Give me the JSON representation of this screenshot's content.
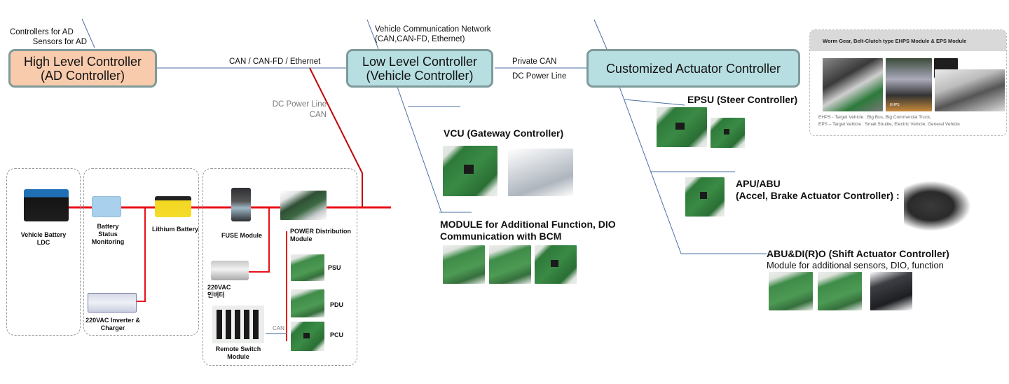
{
  "diagram": {
    "type": "system-architecture",
    "top_labels": {
      "ad_inputs_line1": "Controllers for AD",
      "ad_inputs_line2": "Sensors for AD",
      "vcn_line1": "Vehicle Communication Network",
      "vcn_line2": "(CAN,CAN-FD, Ethernet)",
      "hl_ll_link": "CAN / CAN-FD  / Ethernet",
      "private_can": "Private CAN",
      "dc_power_line": "DC Power Line",
      "dc_power_can_line1": "DC Power Line",
      "dc_power_can_line2": "CAN"
    },
    "controllers": {
      "high_level": {
        "line1": "High Level Controller",
        "line2": "(AD Controller)",
        "color": "#f8cbad"
      },
      "low_level": {
        "line1": "Low Level Controller",
        "line2": "(Vehicle Controller)",
        "color": "#b7dee1"
      },
      "actuator": {
        "line1": "Customized Actuator Controller",
        "color": "#b7dee1"
      }
    },
    "vehicle_side": {
      "vcu_title": "VCU (Gateway Controller)",
      "module_title_line1": "MODULE for Additional Function, DIO",
      "module_title_line2": "Communication with BCM"
    },
    "actuator_side": {
      "epsu_title": "EPSU  (Steer Controller)",
      "apu_title_line1": "APU/ABU",
      "apu_title_line2": "(Accel, Brake Actuator Controller)  :",
      "abu_title": "ABU&DI(R)O  (Shift Actuator Controller)",
      "abu_subtitle": "Module for additional  sensors, DIO, function"
    },
    "info_panel": {
      "header": "Worm Gear,  Belt-Clutch type EHPS Module  & EPS Module",
      "ehps_tag": "EHPS",
      "footer_line1": "EHPS - Target Vehicle : Big Bus, Big Commercial Truck,",
      "footer_line2": "EPS – Target Vehicle : Small Shuttle, Electric Vehicle, General Vehicle"
    },
    "power_system": {
      "vehicle_battery_line1": "Vehicle Battery",
      "vehicle_battery_line2": "LDC",
      "bsm_line1": "Battery",
      "bsm_line2": "Status Monitoring",
      "lithium_battery": "Lithium Battery",
      "inverter_charger_line1": "220VAC Inverter &",
      "inverter_charger_line2": "Charger",
      "fuse_module": "FUSE Module",
      "pdm_line1": "POWER Distribution",
      "pdm_line2": "Module",
      "inverter220_line1": "220VAC",
      "inverter220_line2": "인버터",
      "psu": "PSU",
      "pdu": "PDU",
      "pcu": "PCU",
      "remote_switch_line1": "Remote Switch",
      "remote_switch_line2": "Module",
      "can_label": "CAN"
    },
    "colors": {
      "power_line": "#e8101a",
      "dark_power_line": "#c00000",
      "signal_line": "#4a6fa5",
      "box_border": "#7f9a9a"
    }
  }
}
